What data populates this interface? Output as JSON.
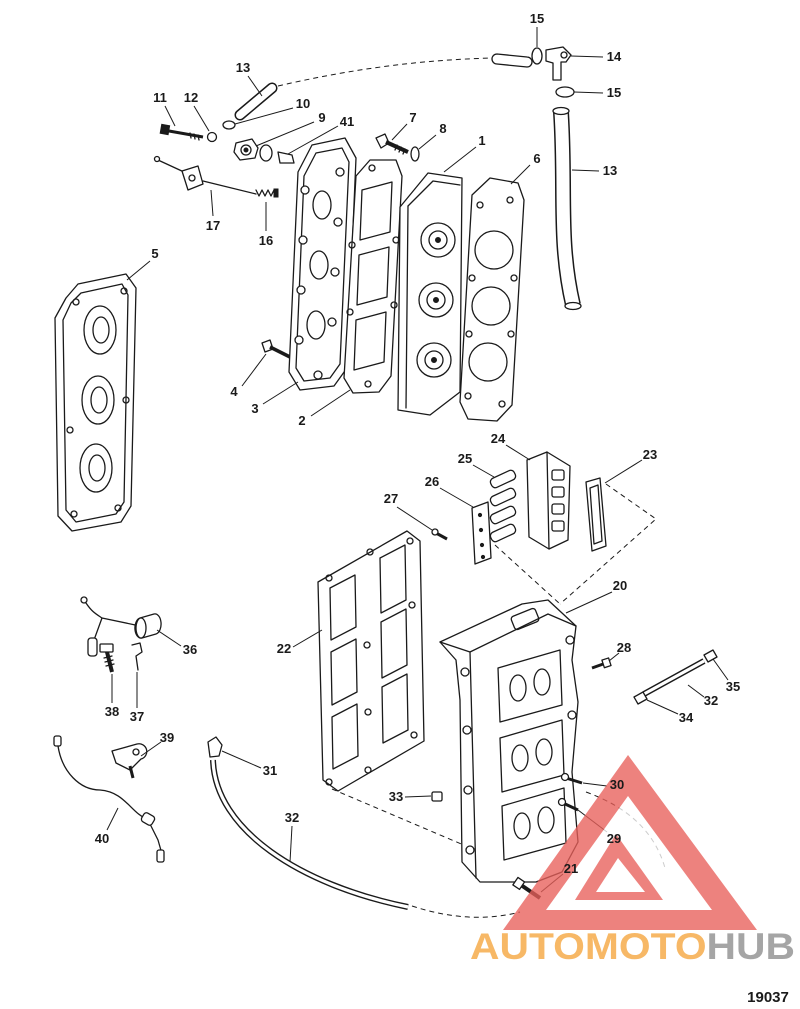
{
  "callouts": [
    "15",
    "14",
    "15",
    "13",
    "13",
    "11",
    "12",
    "10",
    "9",
    "41",
    "7",
    "8",
    "1",
    "6",
    "17",
    "16",
    "5",
    "4",
    "3",
    "2",
    "24",
    "25",
    "23",
    "26",
    "27",
    "20",
    "36",
    "22",
    "28",
    "35",
    "32",
    "34",
    "38",
    "37",
    "39",
    "31",
    "30",
    "33",
    "32",
    "29",
    "40",
    "21"
  ],
  "figure": {
    "number": "19037"
  },
  "watermark": {
    "brand_a": "AUTOMOTO",
    "brand_b": "HUB"
  },
  "colors": {
    "ink": "#1a1a1a",
    "background": "#ffffff",
    "logo_red": "#e8605a",
    "brand_orange": "#f5a53c",
    "brand_gray": "#8c8c8c"
  }
}
